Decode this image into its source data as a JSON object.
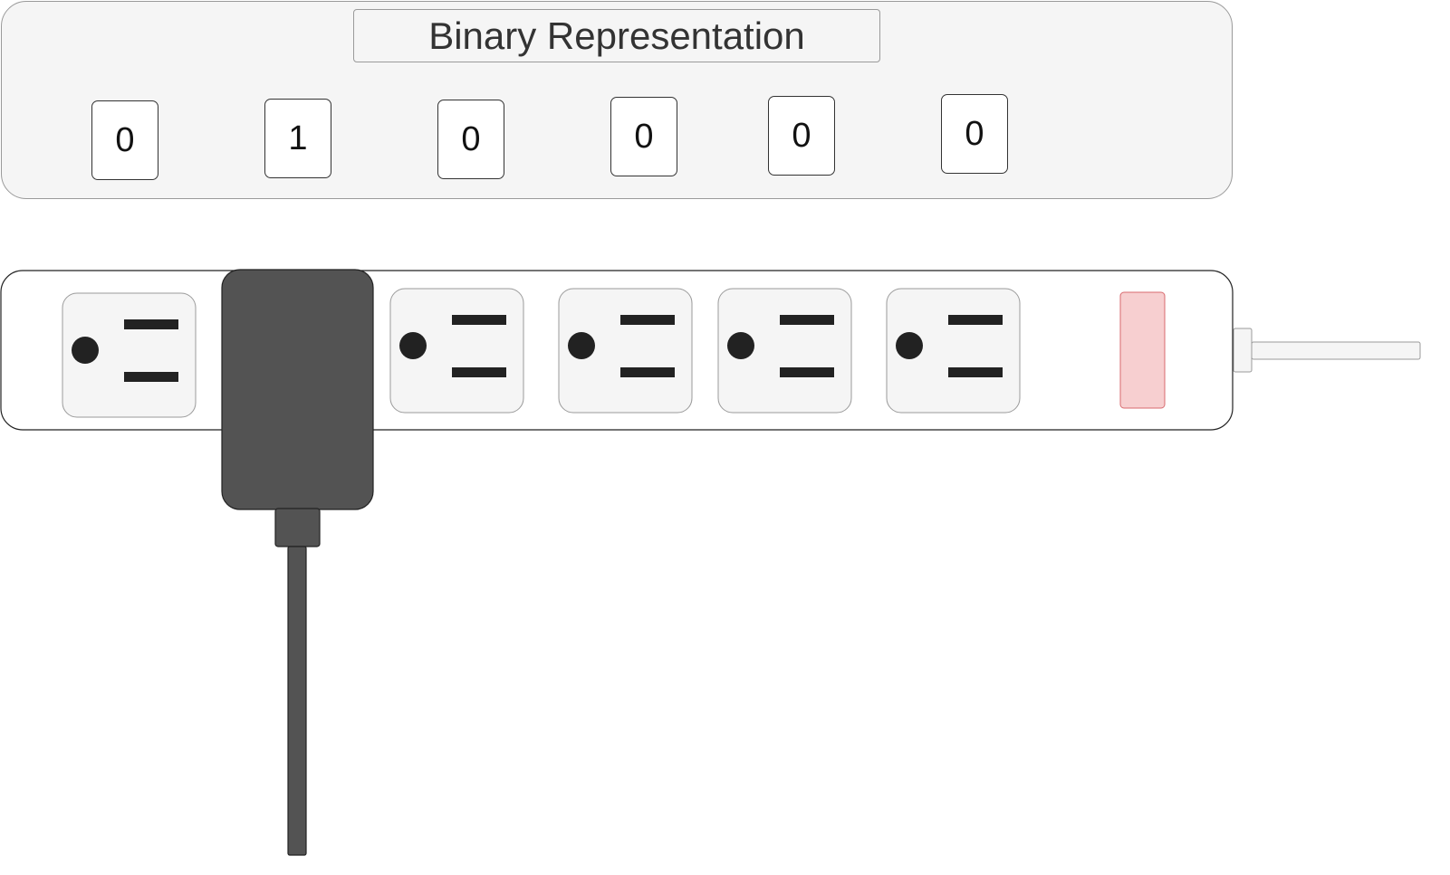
{
  "panel": {
    "title": "Binary Representation",
    "bits": [
      "0",
      "1",
      "0",
      "0",
      "0",
      "0"
    ]
  },
  "power_strip": {
    "outlet_count": 6,
    "plugged_outlet_index": 1,
    "switch_color": "#f7cfd0",
    "plug_color": "#535353",
    "outlet_color": "#f5f5f5"
  }
}
